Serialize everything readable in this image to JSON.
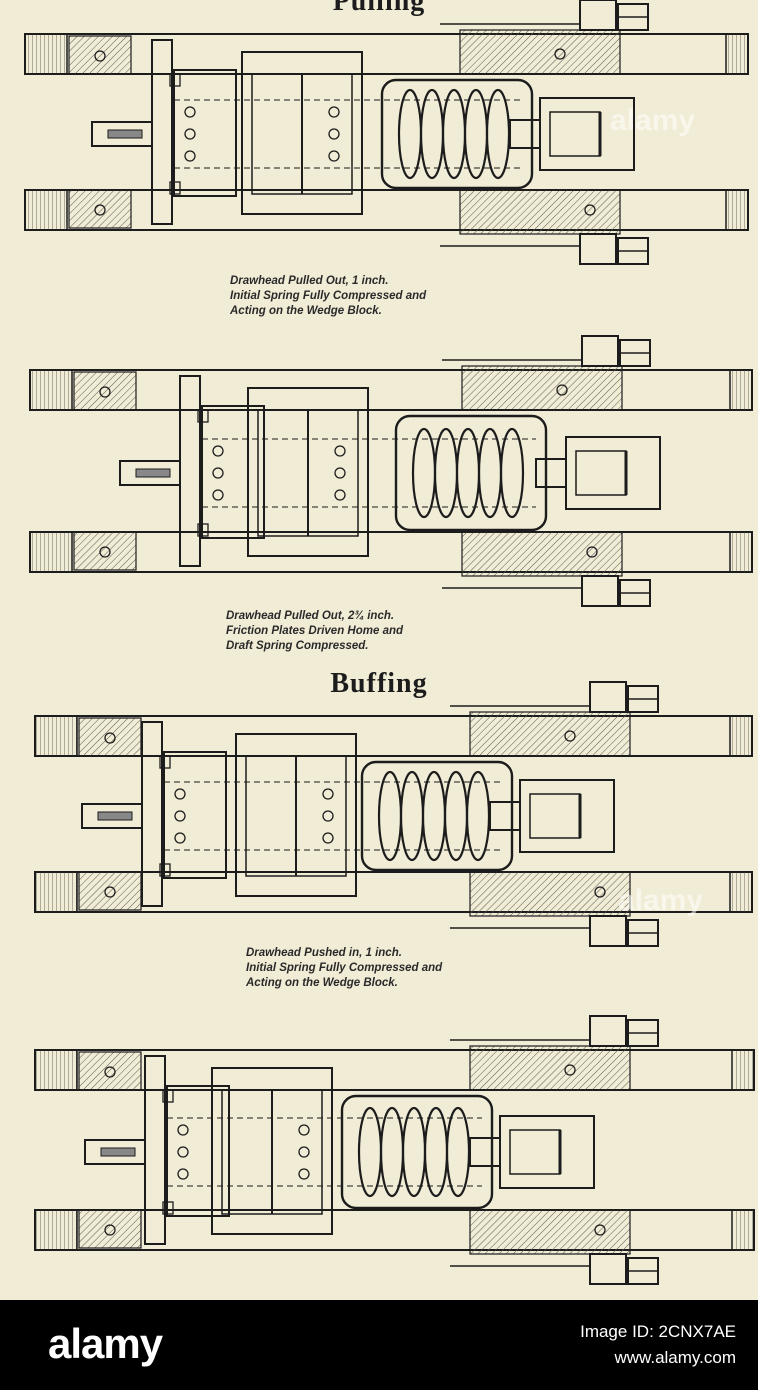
{
  "headings": {
    "pulling": "Pulling",
    "buffing": "Buffing"
  },
  "captions": [
    [
      "Drawhead Pulled Out, 1 inch.",
      "Initial Spring Fully Compressed and",
      "Acting on the Wedge Block."
    ],
    [
      "Drawhead Pulled Out, 2¾ inch.",
      "Friction Plates Driven Home and",
      "Draft Spring Compressed."
    ],
    [
      "Drawhead Pushed in, 1 inch.",
      "Initial Spring Fully Compressed and",
      "Acting on the Wedge Block."
    ]
  ],
  "watermark": "alamy",
  "footer": {
    "brand": "alamy",
    "image_id": "Image ID: 2CNX7AE",
    "site": "www.alamy.com"
  },
  "colors": {
    "paper": "#f1ecd6",
    "ink": "#1c1c1c",
    "bar": "#000000"
  }
}
